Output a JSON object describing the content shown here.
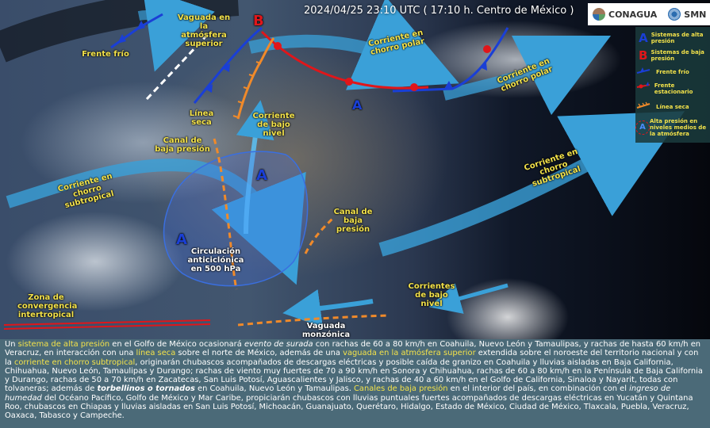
{
  "timestamp": "2024/04/25 23:10 UTC ( 17:10 h. Centro de México )",
  "logos": {
    "conagua": "CONAGUA",
    "smn": "SMN"
  },
  "map_labels": {
    "frente_frio": "Frente frío",
    "vaguada_atm": "Vaguada en la atmósfera superior",
    "linea_seca": "Línea seca",
    "corriente_bajo_nivel_norte": "Corriente de bajo nivel",
    "canal_baja_presion_oeste": "Canal de baja presión",
    "corriente_chorro_polar_1": "Corriente en chorro polar",
    "corriente_chorro_polar_2": "Corriente en chorro polar",
    "corriente_chorro_subtropical_oeste": "Corriente en chorro subtropical",
    "corriente_chorro_subtropical_este": "Corriente en chorro subtropical",
    "canal_baja_presion_este": "Canal de baja presión",
    "circulacion": "Circulación anticiclónica en 500 hPa",
    "zona_convergencia": "Zona de convergencia intertropical",
    "vaguada_monzonica": "Vaguada monzónica",
    "corrientes_bajo_nivel_sur": "Corrientes de bajo nivel",
    "sym_A": "A",
    "sym_B": "B"
  },
  "legend": {
    "items": [
      {
        "symbol": "A",
        "label": "Sistemas de alta presión",
        "color": "#1a3fd6"
      },
      {
        "symbol": "B",
        "label": "Sistemas de baja presión",
        "color": "#e0161a"
      },
      {
        "symbol": "",
        "label": "Frente frío",
        "color": "#1a3fd6"
      },
      {
        "symbol": "",
        "label": "Frente estacionario",
        "color": "#e0161a"
      },
      {
        "symbol": "",
        "label": "Línea seca",
        "color": "#f08a2a"
      },
      {
        "symbol": "A",
        "label": "Alta presión en niveles medios de la atmósfera",
        "color": "#4a8cff"
      }
    ]
  },
  "bulletin": {
    "p1": "Un ",
    "h1": "sistema de alta presión",
    "p2": " en el Golfo de México ocasionará ",
    "i1": "evento de surada",
    "p3": " con rachas de 60 a 80 km/h en Coahuila, Nuevo León y Tamaulipas, y rachas de hasta 60 km/h en Veracruz, en interacción con una ",
    "h2": "línea seca",
    "p4": " sobre el norte de México, además de una ",
    "h3": "vaguada en la atmósfera superior",
    "p5": " extendida sobre el noroeste del territorio nacional y con la ",
    "h4": "corriente en chorro subtropical",
    "p6": ", originarán chubascos acompañados de descargas eléctricas y posible caída de granizo en Coahuila y lluvias aisladas en Baja California, Chihuahua, Nuevo León, Tamaulipas y Durango; rachas de viento muy fuertes de 70 a 90 km/h en Sonora y Chihuahua, rachas de 60 a 80 km/h en la Península de Baja California y Durango, rachas de 50 a 70 km/h en Zacatecas, San Luis Potosí, Aguascalientes y Jalisco, y rachas de 40 a 60 km/h en el Golfo de California, Sinaloa y Nayarit, todas con tolvaneras; además de ",
    "bi1": "torbellinos o tornados",
    "p7": " en Coahuila, Nuevo León y Tamaulipas. ",
    "h5": "Canales de baja presión",
    "p8": " en el interior del país, en combinación con el ",
    "i2": "ingreso de humedad",
    "p9": " del Océano Pacífico, Golfo de México y Mar Caribe, propiciarán chubascos con lluvias puntuales fuertes acompañados de descargas eléctricas en Yucatán y Quintana Roo, chubascos en Chiapas y lluvias aisladas en San Luis Potosí, Michoacán, Guanajuato, Querétaro, Hidalgo, Estado de México, Ciudad de México, Tlaxcala, Puebla, Veracruz, Oaxaca, Tabasco y Campeche."
  },
  "colors": {
    "label_yellow": "#f3e24a",
    "high_blue": "#1a3fd6",
    "low_red": "#e0161a",
    "jet_blue": "#3aa0d8",
    "dry_orange": "#f08a2a",
    "bulletin_bg": "#4b6a78"
  }
}
